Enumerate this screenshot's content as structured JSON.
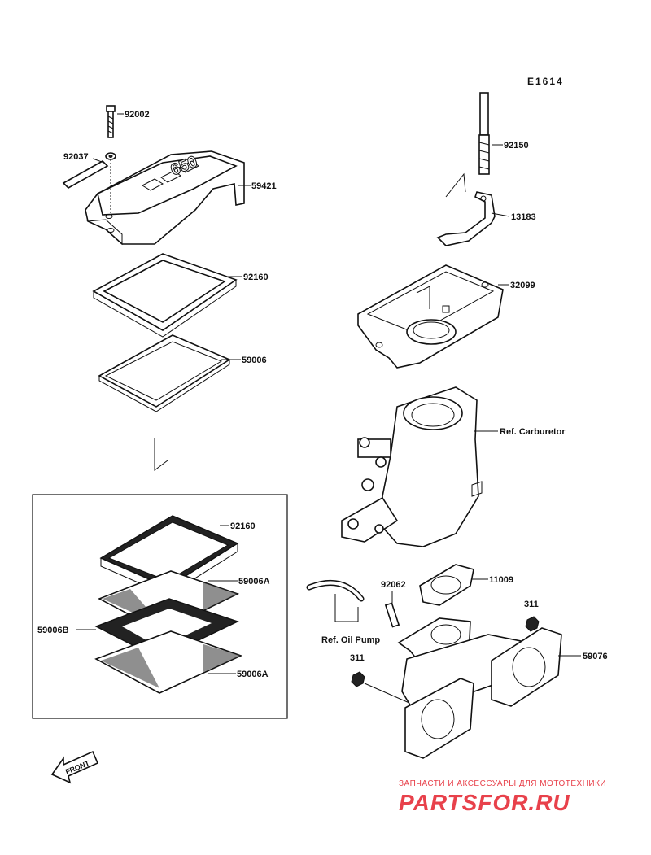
{
  "diagram": {
    "code": "E1614",
    "labels": {
      "l92002": "92002",
      "l92037": "92037",
      "l59421": "59421",
      "l92160a": "92160",
      "l59006": "59006",
      "l92150": "92150",
      "l13183": "13183",
      "l32099": "32099",
      "ref_carb": "Ref. Carburetor",
      "l92160b": "92160",
      "l59006a_top": "59006A",
      "l59006b": "59006B",
      "l59006a_bot": "59006A",
      "l11009": "11009",
      "l92062": "92062",
      "l311_right": "311",
      "ref_oil": "Ref. Oil Pump",
      "l311_left": "311",
      "l59076": "59076"
    },
    "cover_emblem": "650",
    "front_label": "FRONT"
  },
  "watermark": {
    "tagline": "ЗАПЧАСТИ И АКСЕССУАРЫ ДЛЯ МОТОТЕХНИКИ",
    "brand": "PARTSFOR.RU",
    "color": "#e8414b"
  }
}
